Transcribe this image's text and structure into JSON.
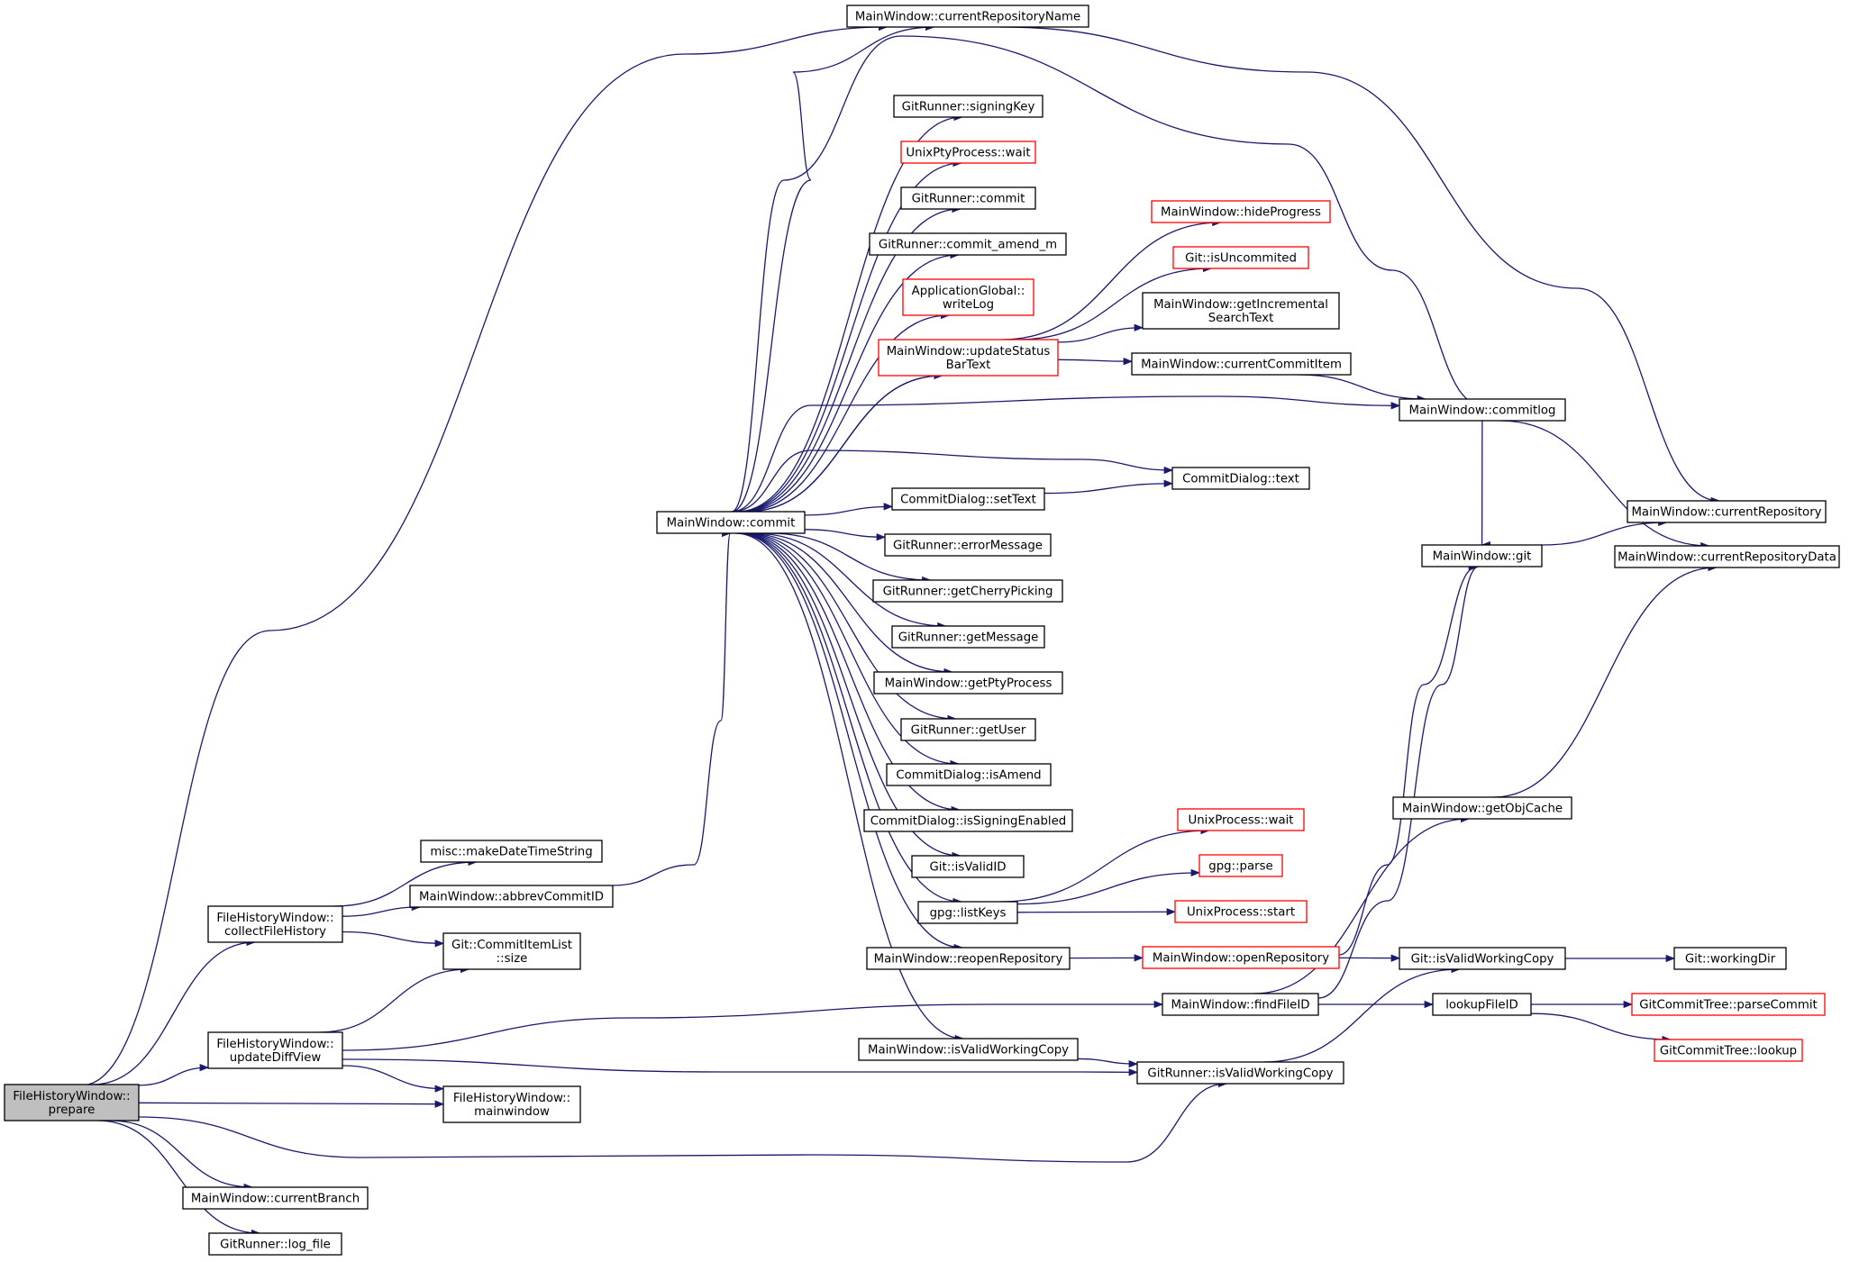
{
  "colors": {
    "edge": "#191970",
    "node_border": "#000000",
    "link_border": "#ff0000",
    "root_fill": "#bfbfbf",
    "node_fill": "#ffffff"
  },
  "diagram": {
    "nodes": [
      {
        "id": "prepare",
        "lines": [
          "FileHistoryWindow::",
          "prepare"
        ],
        "style": "root"
      },
      {
        "id": "collect",
        "lines": [
          "FileHistoryWindow::",
          "collectFileHistory"
        ],
        "style": "normal"
      },
      {
        "id": "updateDiff",
        "lines": [
          "FileHistoryWindow::",
          "updateDiffView"
        ],
        "style": "normal"
      },
      {
        "id": "mainwindow",
        "lines": [
          "FileHistoryWindow::",
          "mainwindow"
        ],
        "style": "normal"
      },
      {
        "id": "currentBranch",
        "lines": [
          "MainWindow::currentBranch"
        ],
        "style": "normal"
      },
      {
        "id": "logFile",
        "lines": [
          "GitRunner::log_file"
        ],
        "style": "normal"
      },
      {
        "id": "makeDate",
        "lines": [
          "misc::makeDateTimeString"
        ],
        "style": "normal"
      },
      {
        "id": "abbrev",
        "lines": [
          "MainWindow::abbrevCommitID"
        ],
        "style": "normal"
      },
      {
        "id": "listSize",
        "lines": [
          "Git::CommitItemList",
          "::size"
        ],
        "style": "normal"
      },
      {
        "id": "mwCommit",
        "lines": [
          "MainWindow::commit"
        ],
        "style": "normal"
      },
      {
        "id": "curRepoName",
        "lines": [
          "MainWindow::currentRepositoryName"
        ],
        "style": "normal"
      },
      {
        "id": "signingKey",
        "lines": [
          "GitRunner::signingKey"
        ],
        "style": "normal"
      },
      {
        "id": "ptyWait",
        "lines": [
          "UnixPtyProcess::wait"
        ],
        "style": "link"
      },
      {
        "id": "grCommit",
        "lines": [
          "GitRunner::commit"
        ],
        "style": "normal"
      },
      {
        "id": "commitAmend",
        "lines": [
          "GitRunner::commit_amend_m"
        ],
        "style": "normal"
      },
      {
        "id": "writeLog",
        "lines": [
          "ApplicationGlobal::",
          "writeLog"
        ],
        "style": "link"
      },
      {
        "id": "updateStatus",
        "lines": [
          "MainWindow::updateStatus",
          "BarText"
        ],
        "style": "link"
      },
      {
        "id": "setText",
        "lines": [
          "CommitDialog::setText"
        ],
        "style": "normal"
      },
      {
        "id": "errorMessage",
        "lines": [
          "GitRunner::errorMessage"
        ],
        "style": "normal"
      },
      {
        "id": "cherry",
        "lines": [
          "GitRunner::getCherryPicking"
        ],
        "style": "normal"
      },
      {
        "id": "getMessage",
        "lines": [
          "GitRunner::getMessage"
        ],
        "style": "normal"
      },
      {
        "id": "getPty",
        "lines": [
          "MainWindow::getPtyProcess"
        ],
        "style": "normal"
      },
      {
        "id": "getUser",
        "lines": [
          "GitRunner::getUser"
        ],
        "style": "normal"
      },
      {
        "id": "isAmend",
        "lines": [
          "CommitDialog::isAmend"
        ],
        "style": "normal"
      },
      {
        "id": "signingEnabled",
        "lines": [
          "CommitDialog::isSigningEnabled"
        ],
        "style": "normal"
      },
      {
        "id": "isValidID",
        "lines": [
          "Git::isValidID"
        ],
        "style": "normal"
      },
      {
        "id": "listKeys",
        "lines": [
          "gpg::listKeys"
        ],
        "style": "normal"
      },
      {
        "id": "reopen",
        "lines": [
          "MainWindow::reopenRepository"
        ],
        "style": "normal"
      },
      {
        "id": "mwIsValidWC",
        "lines": [
          "MainWindow::isValidWorkingCopy"
        ],
        "style": "normal"
      },
      {
        "id": "hideProgress",
        "lines": [
          "MainWindow::hideProgress"
        ],
        "style": "link"
      },
      {
        "id": "isUncommited",
        "lines": [
          "Git::isUncommited"
        ],
        "style": "link"
      },
      {
        "id": "incSearch",
        "lines": [
          "MainWindow::getIncremental",
          "SearchText"
        ],
        "style": "normal"
      },
      {
        "id": "curCommitItem",
        "lines": [
          "MainWindow::currentCommitItem"
        ],
        "style": "normal"
      },
      {
        "id": "dlgText",
        "lines": [
          "CommitDialog::text"
        ],
        "style": "normal"
      },
      {
        "id": "upWait",
        "lines": [
          "UnixProcess::wait"
        ],
        "style": "link"
      },
      {
        "id": "gpgParse",
        "lines": [
          "gpg::parse"
        ],
        "style": "link"
      },
      {
        "id": "upStart",
        "lines": [
          "UnixProcess::start"
        ],
        "style": "link"
      },
      {
        "id": "openRepo",
        "lines": [
          "MainWindow::openRepository"
        ],
        "style": "link"
      },
      {
        "id": "findFileID",
        "lines": [
          "MainWindow::findFileID"
        ],
        "style": "normal"
      },
      {
        "id": "grIsValidWC",
        "lines": [
          "GitRunner::isValidWorkingCopy"
        ],
        "style": "normal"
      },
      {
        "id": "commitlog",
        "lines": [
          "MainWindow::commitlog"
        ],
        "style": "normal"
      },
      {
        "id": "mwGit",
        "lines": [
          "MainWindow::git"
        ],
        "style": "normal"
      },
      {
        "id": "objCache",
        "lines": [
          "MainWindow::getObjCache"
        ],
        "style": "normal"
      },
      {
        "id": "gitIsValidWC",
        "lines": [
          "Git::isValidWorkingCopy"
        ],
        "style": "normal"
      },
      {
        "id": "lookupFileID",
        "lines": [
          "lookupFileID"
        ],
        "style": "normal"
      },
      {
        "id": "curRepo",
        "lines": [
          "MainWindow::currentRepository"
        ],
        "style": "normal"
      },
      {
        "id": "curRepoData",
        "lines": [
          "MainWindow::currentRepositoryData"
        ],
        "style": "normal"
      },
      {
        "id": "workingDir",
        "lines": [
          "Git::workingDir"
        ],
        "style": "normal"
      },
      {
        "id": "parseCommit",
        "lines": [
          "GitCommitTree::parseCommit"
        ],
        "style": "link"
      },
      {
        "id": "treeLookup",
        "lines": [
          "GitCommitTree::lookup"
        ],
        "style": "link"
      }
    ],
    "edges": [
      [
        "prepare",
        "collect"
      ],
      [
        "prepare",
        "updateDiff"
      ],
      [
        "prepare",
        "mainwindow"
      ],
      [
        "prepare",
        "currentBranch"
      ],
      [
        "prepare",
        "logFile"
      ],
      [
        "prepare",
        "curRepoName"
      ],
      [
        "prepare",
        "grIsValidWC"
      ],
      [
        "collect",
        "makeDate"
      ],
      [
        "collect",
        "abbrev"
      ],
      [
        "collect",
        "listSize"
      ],
      [
        "updateDiff",
        "listSize"
      ],
      [
        "updateDiff",
        "mainwindow"
      ],
      [
        "updateDiff",
        "findFileID"
      ],
      [
        "updateDiff",
        "grIsValidWC"
      ],
      [
        "abbrev",
        "mwCommit"
      ],
      [
        "mwCommit",
        "curRepoName"
      ],
      [
        "mwCommit",
        "mwGit"
      ],
      [
        "mwCommit",
        "signingKey"
      ],
      [
        "mwCommit",
        "ptyWait"
      ],
      [
        "mwCommit",
        "grCommit"
      ],
      [
        "mwCommit",
        "commitAmend"
      ],
      [
        "mwCommit",
        "writeLog"
      ],
      [
        "mwCommit",
        "updateStatus"
      ],
      [
        "mwCommit",
        "commitlog"
      ],
      [
        "mwCommit",
        "dlgText"
      ],
      [
        "mwCommit",
        "setText"
      ],
      [
        "mwCommit",
        "errorMessage"
      ],
      [
        "mwCommit",
        "cherry"
      ],
      [
        "mwCommit",
        "getMessage"
      ],
      [
        "mwCommit",
        "getPty"
      ],
      [
        "mwCommit",
        "getUser"
      ],
      [
        "mwCommit",
        "isAmend"
      ],
      [
        "mwCommit",
        "signingEnabled"
      ],
      [
        "mwCommit",
        "isValidID"
      ],
      [
        "mwCommit",
        "listKeys"
      ],
      [
        "mwCommit",
        "reopen"
      ],
      [
        "mwCommit",
        "mwIsValidWC"
      ],
      [
        "updateStatus",
        "mwCommit"
      ],
      [
        "updateStatus",
        "hideProgress"
      ],
      [
        "updateStatus",
        "isUncommited"
      ],
      [
        "updateStatus",
        "incSearch"
      ],
      [
        "updateStatus",
        "curCommitItem"
      ],
      [
        "curCommitItem",
        "commitlog"
      ],
      [
        "setText",
        "dlgText"
      ],
      [
        "listKeys",
        "upWait"
      ],
      [
        "listKeys",
        "gpgParse"
      ],
      [
        "listKeys",
        "upStart"
      ],
      [
        "reopen",
        "openRepo"
      ],
      [
        "openRepo",
        "mwGit"
      ],
      [
        "openRepo",
        "gitIsValidWC"
      ],
      [
        "mwIsValidWC",
        "grIsValidWC"
      ],
      [
        "findFileID",
        "mwGit"
      ],
      [
        "findFileID",
        "objCache"
      ],
      [
        "findFileID",
        "lookupFileID"
      ],
      [
        "grIsValidWC",
        "gitIsValidWC"
      ],
      [
        "curRepoName",
        "curRepo"
      ],
      [
        "commitlog",
        "curRepoData"
      ],
      [
        "mwGit",
        "curRepo"
      ],
      [
        "objCache",
        "curRepoData"
      ],
      [
        "gitIsValidWC",
        "workingDir"
      ],
      [
        "lookupFileID",
        "parseCommit"
      ],
      [
        "lookupFileID",
        "treeLookup"
      ]
    ]
  }
}
